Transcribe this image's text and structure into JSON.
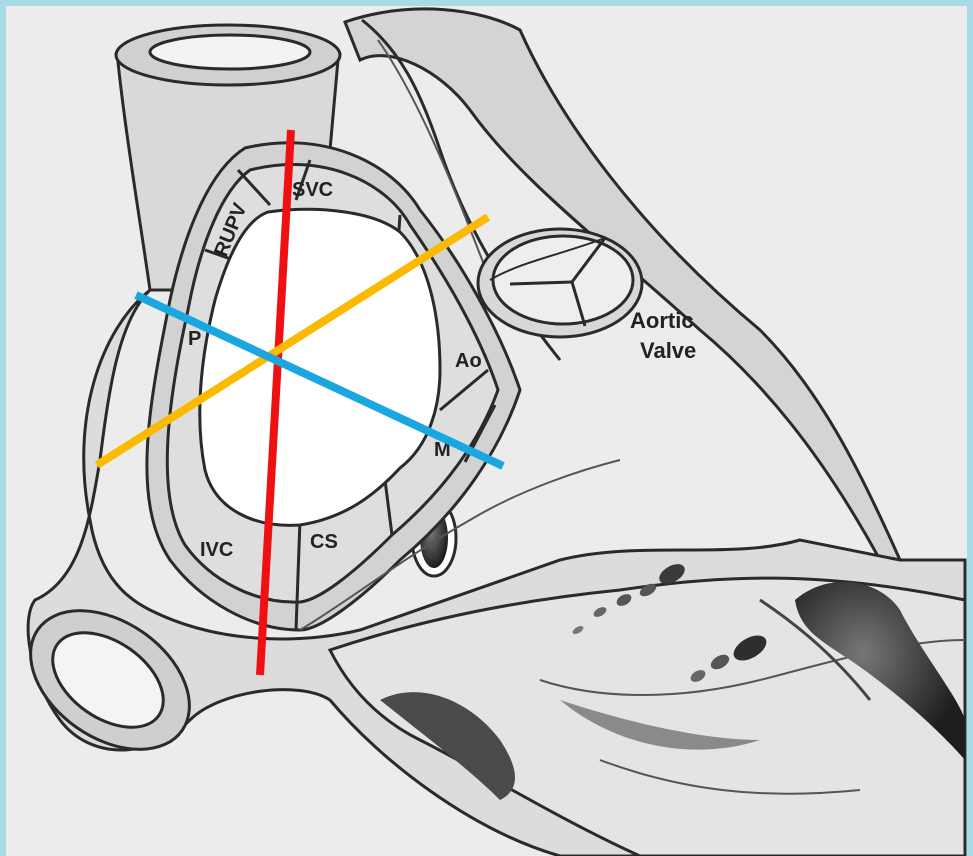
{
  "labels": {
    "svc": "SVC",
    "rupv": "RUPV",
    "p": "P",
    "ao": "Ao",
    "m": "M",
    "ivc": "IVC",
    "cs": "CS",
    "aortic_valve_line1": "Aortic",
    "aortic_valve_line2": "Valve"
  },
  "colors": {
    "frame": "#a9dbe6",
    "background": "#ececec",
    "tissue": "#d6d6d6",
    "outline": "#2a2a2a",
    "fossa": "#ffffff",
    "line_vertical": "#ee1111",
    "line_orange": "#fbb900",
    "line_blue": "#1aa7e0"
  }
}
